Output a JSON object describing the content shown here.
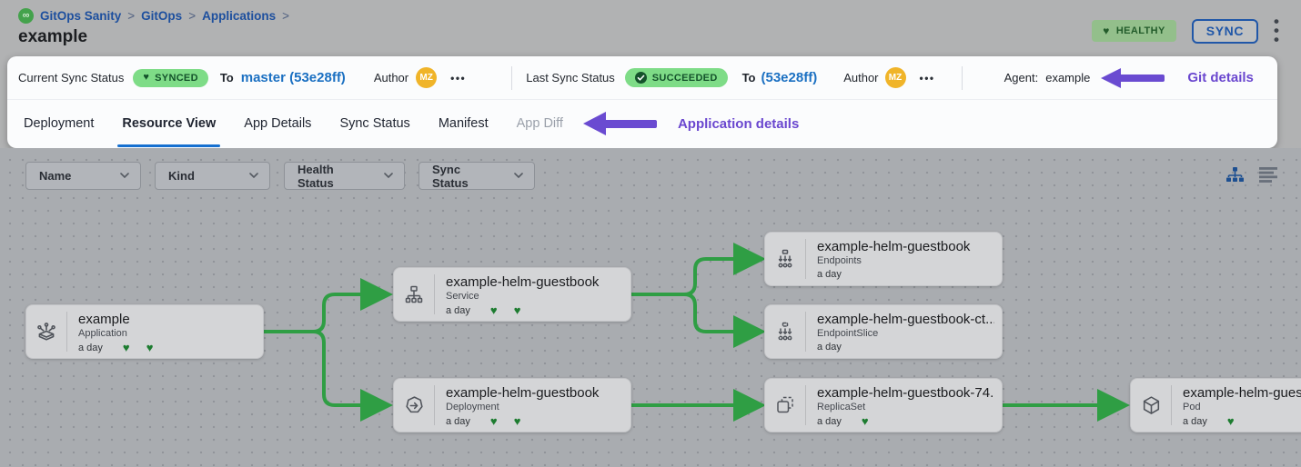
{
  "colors": {
    "accent_purple": "#6a4bd1",
    "link_blue": "#1b70c2",
    "active_tab_blue": "#1670d0",
    "status_badge_green": "#7edc87",
    "status_badge_text": "#14522b",
    "healthy_badge_bg": "#93bf8b",
    "edge_green": "#2f9e44",
    "heart_green": "#1d7c30",
    "avatar_orange": "#f0b429"
  },
  "breadcrumb": {
    "logo_icon": "gitops-logo-icon",
    "items": [
      "GitOps Sanity",
      "GitOps",
      "Applications"
    ],
    "separator": ">"
  },
  "header": {
    "title": "example",
    "health_badge": "HEALTHY",
    "sync_button": "SYNC",
    "menu_icon": "kebab-menu-icon"
  },
  "git_details_bar": {
    "current_sync": {
      "label": "Current Sync Status",
      "badge": "SYNCED",
      "to": "To",
      "target": "master (53e28ff)",
      "author_label": "Author",
      "author_initials": "MZ",
      "more": "•••"
    },
    "last_sync": {
      "label": "Last Sync Status",
      "badge": "SUCCEEDED",
      "to": "To",
      "target": "(53e28ff)",
      "author_label": "Author",
      "author_initials": "MZ",
      "more": "•••"
    },
    "agent": {
      "label": "Agent:",
      "value": "example"
    },
    "annotation": "Git details"
  },
  "tabs": {
    "items": [
      {
        "label": "Deployment"
      },
      {
        "label": "Resource View",
        "active": true
      },
      {
        "label": "App Details"
      },
      {
        "label": "Sync Status"
      },
      {
        "label": "Manifest"
      },
      {
        "label": "App Diff",
        "disabled": true
      }
    ],
    "annotation": "Application details"
  },
  "filters": {
    "dropdowns": [
      "Name",
      "Kind",
      "Health Status",
      "Sync Status"
    ]
  },
  "view_toggles": {
    "tree_icon": "tree-view-icon",
    "list_icon": "list-view-icon"
  },
  "tree": {
    "nodes": [
      {
        "title": "example",
        "kind": "Application",
        "age": "a day",
        "hearts": 2,
        "icon": "application-icon"
      },
      {
        "title": "example-helm-guestbook",
        "kind": "Service",
        "age": "a day",
        "hearts": 2,
        "icon": "service-icon"
      },
      {
        "title": "example-helm-guestbook",
        "kind": "Deployment",
        "age": "a day",
        "hearts": 2,
        "icon": "deployment-icon"
      },
      {
        "title": "example-helm-guestbook",
        "kind": "Endpoints",
        "age": "a day",
        "hearts": 0,
        "icon": "endpoints-icon"
      },
      {
        "title": "example-helm-guestbook-ct...",
        "kind": "EndpointSlice",
        "age": "a day",
        "hearts": 0,
        "icon": "endpointslice-icon"
      },
      {
        "title": "example-helm-guestbook-74...",
        "kind": "ReplicaSet",
        "age": "a day",
        "hearts": 1,
        "icon": "replicaset-icon"
      },
      {
        "title": "example-helm-guest",
        "kind": "Pod",
        "age": "a day",
        "hearts": 1,
        "icon": "pod-icon"
      }
    ]
  }
}
